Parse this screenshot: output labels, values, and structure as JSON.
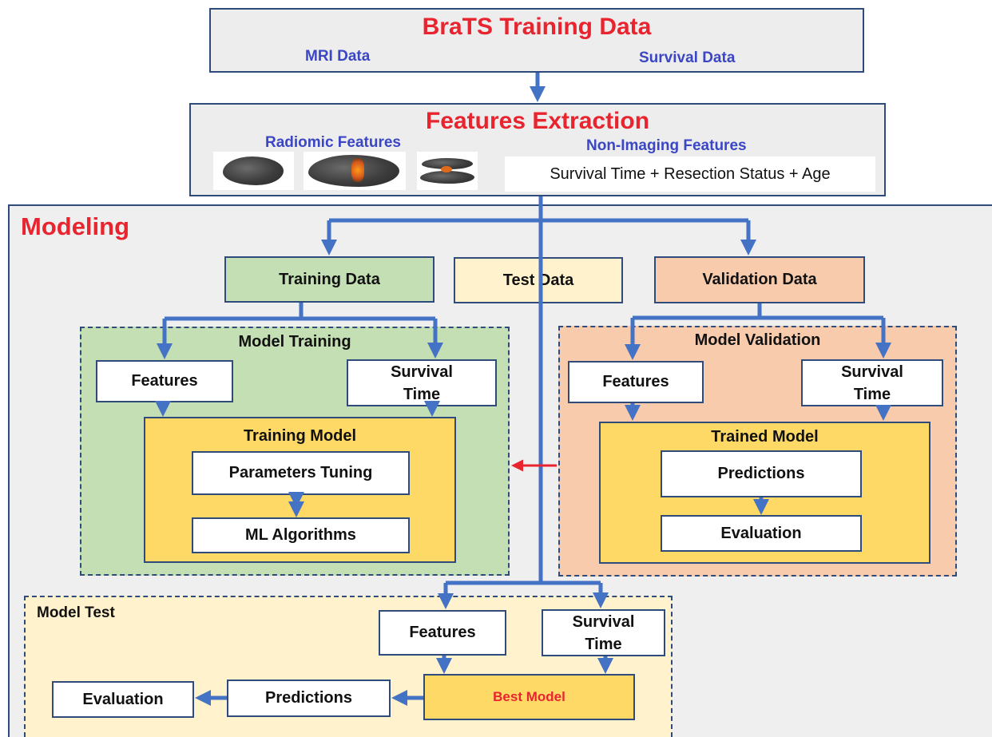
{
  "colors": {
    "arrow": "#4472c4",
    "red_arrow": "#e8242f",
    "training_fill": "#c5dfb4",
    "test_fill": "#fff2cc",
    "validation_fill": "#f8cbad",
    "model_fill": "#ffd966",
    "modeling_bg": "#efefef",
    "border": "#2f4b7c"
  },
  "brats": {
    "title": "BraTS Training Data",
    "mri": "MRI Data",
    "survival": "Survival Data"
  },
  "features_extraction": {
    "title": "Features Extraction",
    "radiomic": "Radiomic Features",
    "non_imaging": "Non-Imaging Features",
    "non_imaging_list": "Survival Time + Resection Status + Age"
  },
  "modeling": {
    "title": "Modeling",
    "training_data": "Training Data",
    "test_data": "Test Data",
    "validation_data": "Validation Data"
  },
  "model_training": {
    "title": "Model Training",
    "features": "Features",
    "survival_time": "Survival Time",
    "training_model": "Training Model",
    "parameters_tuning": "Parameters Tuning",
    "ml_algorithms": "ML Algorithms"
  },
  "model_validation": {
    "title": "Model Validation",
    "features": "Features",
    "survival_time": "Survival Time",
    "trained_model": "Trained Model",
    "predictions": "Predictions",
    "evaluation": "Evaluation"
  },
  "model_test": {
    "title": "Model Test",
    "features": "Features",
    "survival_time": "Survival Time",
    "best_model": "Best Model",
    "predictions": "Predictions",
    "evaluation": "Evaluation"
  }
}
